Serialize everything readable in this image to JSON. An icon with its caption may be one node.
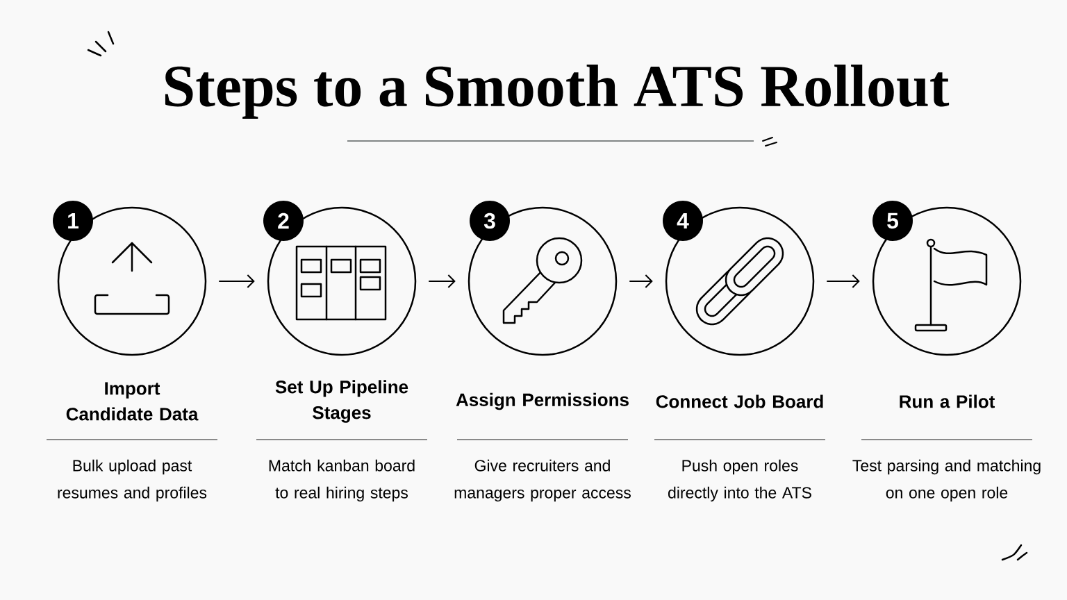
{
  "diagram": {
    "title": "Steps to a Smooth ATS Rollout",
    "nodes": [
      {
        "text": [],
        "shape": "circle",
        "beside": [
          "1",
          "Import Candidate Data",
          "Bulk upload past resumes and profiles"
        ]
      },
      {
        "text": [],
        "shape": "circle",
        "beside": [
          "2",
          "Set Up Pipeline Stages",
          "Match kanban board to real hiring steps"
        ]
      },
      {
        "text": [],
        "shape": "circle",
        "beside": [
          "3",
          "Assign Permissions",
          "Give recruiters and managers proper access"
        ]
      },
      {
        "text": [],
        "shape": "circle",
        "beside": [
          "4",
          "Connect Job Board",
          "Push open roles directly into the ATS"
        ]
      },
      {
        "text": [],
        "shape": "circle",
        "beside": [
          "5",
          "Run a Pilot",
          "Test parsing and matching on one open role"
        ]
      }
    ],
    "edges": [
      {
        "from": 0,
        "to": 1,
        "arrow": "to"
      },
      {
        "from": 1,
        "to": 2,
        "arrow": "to"
      },
      {
        "from": 2,
        "to": 3,
        "arrow": "to"
      },
      {
        "from": 3,
        "to": 4,
        "arrow": "to"
      }
    ]
  }
}
